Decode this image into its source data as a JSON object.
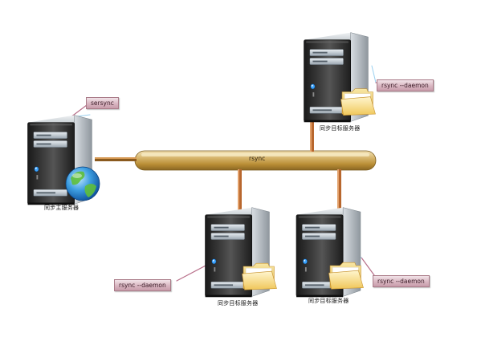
{
  "bus": {
    "label": "rsync"
  },
  "source": {
    "caption": "同步主服务器",
    "tag": "sersync"
  },
  "targets": [
    {
      "caption": "同步目标服务器",
      "tag": "rsync --daemon"
    },
    {
      "caption": "同步目标服务器",
      "tag": "rsync --daemon"
    },
    {
      "caption": "同步目标服务器",
      "tag": "rsync --daemon"
    }
  ],
  "colors": {
    "bus": "#c9a24a",
    "drop_line": "#c8793a",
    "server_body": "#2b2b2b",
    "tag_fill": "#d9b6c1"
  },
  "icons": [
    "server-icon",
    "globe-icon",
    "folder-icon"
  ]
}
